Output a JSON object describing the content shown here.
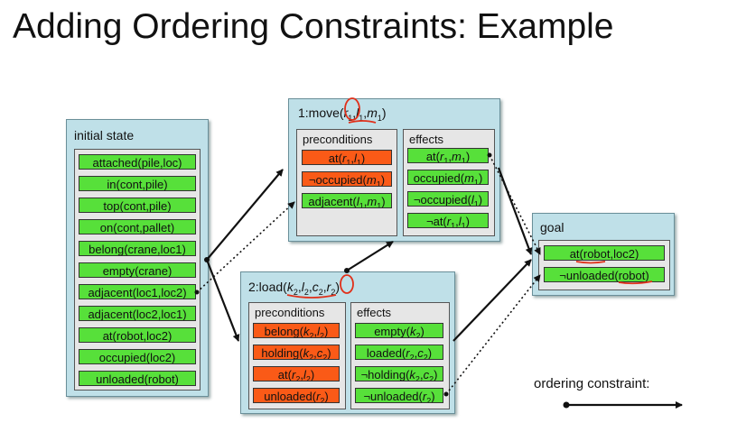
{
  "title": "Adding Ordering Constraints: Example",
  "initial_state": {
    "label": "initial state",
    "items": [
      "attached(pile,loc)",
      "in(cont,pile)",
      "top(cont,pile)",
      "on(cont,pallet)",
      "belong(crane,loc1)",
      "empty(crane)",
      "adjacent(loc1,loc2)",
      "adjacent(loc2,loc1)",
      "at(robot,loc2)",
      "occupied(loc2)",
      "unloaded(robot)"
    ]
  },
  "action_move": {
    "label": "1:move(r1,l1,m1)",
    "preconditions_label": "preconditions",
    "effects_label": "effects",
    "preconditions": [
      {
        "text": "at(r1,l1)",
        "color": "#fa5a17"
      },
      {
        "text": "¬occupied(m1)",
        "color": "#fa5a17"
      },
      {
        "text": "adjacent(l1,m1)",
        "color": "#57e03a"
      }
    ],
    "effects": [
      "at(r1,m1)",
      "occupied(m1)",
      "¬occupied(l1)",
      "¬at(r1,l1)"
    ]
  },
  "action_load": {
    "label": "2:load(k2,l2,c2,r2)",
    "preconditions_label": "preconditions",
    "effects_label": "effects",
    "preconditions": [
      "belong(k2,l2)",
      "holding(k2,c2)",
      "at(r2,l2)",
      "unloaded(r2)"
    ],
    "effects": [
      "empty(k2)",
      "loaded(r2,c2)",
      "¬holding(k2,c2)",
      "¬unloaded(r2)"
    ]
  },
  "goal": {
    "label": "goal",
    "items": [
      "at(robot,loc2)",
      "¬unloaded(robot)"
    ]
  },
  "legend": {
    "label": "ordering constraint:"
  },
  "colors": {
    "satisfied": "#57e03a",
    "open": "#fa5a17",
    "panel": "#bfe0e8",
    "annotation": "#e0301a"
  }
}
